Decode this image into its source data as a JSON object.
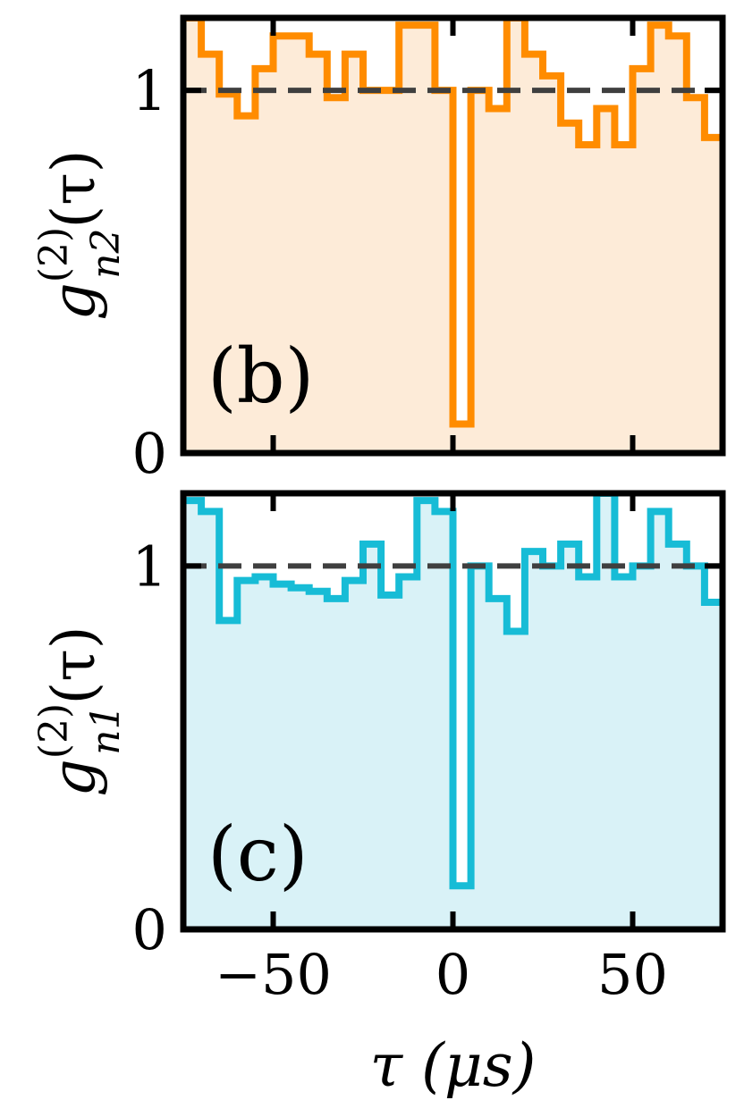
{
  "chart_data": [
    {
      "type": "line",
      "step": true,
      "panel_label": "(b)",
      "ylabel": "g_{n2}^{(2)}(τ)",
      "ylabel_parts": {
        "base": "g",
        "sup": "(2)",
        "sub": "n2",
        "arg": "(τ)"
      },
      "xlabel": "",
      "xlim": [
        -75,
        75
      ],
      "ylim": [
        0,
        1.2
      ],
      "yticks": [
        0,
        1
      ],
      "ytick_labels": [
        "0",
        "1"
      ],
      "xticks": [
        -50,
        0,
        50
      ],
      "xtick_labels": [],
      "reference_line": 1,
      "grid": false,
      "series": [
        {
          "color": "#ff8c00",
          "fill": "#fdebd8",
          "bin_edges": [
            -75,
            -70,
            -65,
            -60,
            -55,
            -50,
            -45,
            -40,
            -35,
            -30,
            -25,
            -20,
            -15,
            -10,
            -5,
            0,
            5,
            10,
            15,
            20,
            25,
            30,
            35,
            40,
            45,
            50,
            55,
            60,
            65,
            70,
            75
          ],
          "values": [
            1.2,
            1.1,
            0.99,
            0.93,
            1.06,
            1.15,
            1.15,
            1.1,
            0.98,
            1.1,
            1.0,
            1.0,
            1.18,
            1.18,
            1.0,
            0.08,
            1.0,
            0.95,
            1.2,
            1.1,
            1.04,
            0.91,
            0.85,
            0.95,
            0.85,
            1.06,
            1.18,
            1.15,
            0.98,
            0.87
          ]
        }
      ]
    },
    {
      "type": "line",
      "step": true,
      "panel_label": "(c)",
      "ylabel": "g_{n1}^{(2)}(τ)",
      "ylabel_parts": {
        "base": "g",
        "sup": "(2)",
        "sub": "n1",
        "arg": "(τ)"
      },
      "xlabel": "τ  (μs)",
      "xlim": [
        -75,
        75
      ],
      "ylim": [
        0,
        1.2
      ],
      "yticks": [
        0,
        1
      ],
      "ytick_labels": [
        "0",
        "1"
      ],
      "xticks": [
        -50,
        0,
        50
      ],
      "xtick_labels": [
        "−50",
        "0",
        "50"
      ],
      "reference_line": 1,
      "grid": false,
      "series": [
        {
          "color": "#17bcd6",
          "fill": "#d9f2f7",
          "bin_edges": [
            -75,
            -70,
            -65,
            -60,
            -55,
            -50,
            -45,
            -40,
            -35,
            -30,
            -25,
            -20,
            -15,
            -10,
            -5,
            0,
            5,
            10,
            15,
            20,
            25,
            30,
            35,
            40,
            45,
            50,
            55,
            60,
            65,
            70,
            75
          ],
          "values": [
            1.18,
            1.15,
            0.85,
            0.96,
            0.97,
            0.95,
            0.94,
            0.93,
            0.91,
            0.96,
            1.06,
            0.92,
            0.97,
            1.18,
            1.15,
            0.12,
            1.0,
            0.91,
            0.82,
            1.04,
            1.0,
            1.06,
            0.97,
            1.2,
            0.97,
            1.0,
            1.15,
            1.06,
            1.0,
            0.9
          ]
        }
      ]
    }
  ]
}
